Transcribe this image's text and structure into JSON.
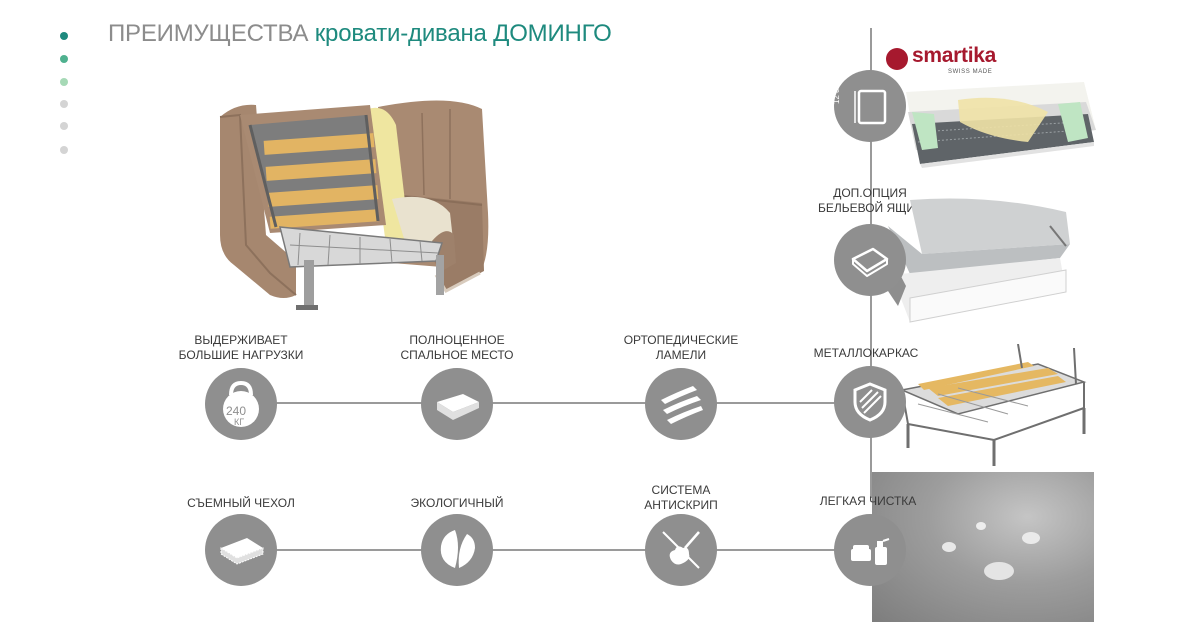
{
  "header": {
    "title_part1": "ПРЕИМУЩЕСТВА",
    "title_part2": "кровати-дивана ДОМИНГО"
  },
  "pager": {
    "dots": [
      "#1e8a7e",
      "#4fb18f",
      "#a6d9b6",
      "#d4d4d4",
      "#d4d4d4",
      "#d4d4d4"
    ]
  },
  "brand": {
    "name": "smartika",
    "tagline": "SWISS MADE",
    "color": "#a6192e"
  },
  "mattress": {
    "thickness": "12 см"
  },
  "features_right": {
    "storage_line1": "ДОП.ОПЦИЯ",
    "storage_line2": "БЕЛЬЕВОЙ ЯЩИК",
    "frame": "МЕТАЛЛОКАРКАС",
    "cleaning": "ЛЕГКАЯ ЧИСТКА"
  },
  "features_row1": {
    "load_line1": "ВЫДЕРЖИВАЕТ",
    "load_line2": "БОЛЬШИЕ НАГРУЗКИ",
    "load_value": "240",
    "load_unit": "КГ",
    "sleep_line1": "ПОЛНОЦЕННОЕ",
    "sleep_line2": "СПАЛЬНОЕ МЕСТО",
    "slats_line1": "ОРТОПЕДИЧЕСКИЕ",
    "slats_line2": "ЛАМЕЛИ"
  },
  "features_row2": {
    "cover": "СЪЕМНЫЙ ЧЕХОЛ",
    "eco": "ЭКОЛОГИЧНЫЙ",
    "silent_line1": "СИСТЕМА",
    "silent_line2": "АНТИСКРИП"
  },
  "colors": {
    "accent": "#1e8a7e",
    "icon_circle": "#8f8f8f",
    "connector": "#9a9a9a",
    "upholstery": "#a88b74"
  }
}
